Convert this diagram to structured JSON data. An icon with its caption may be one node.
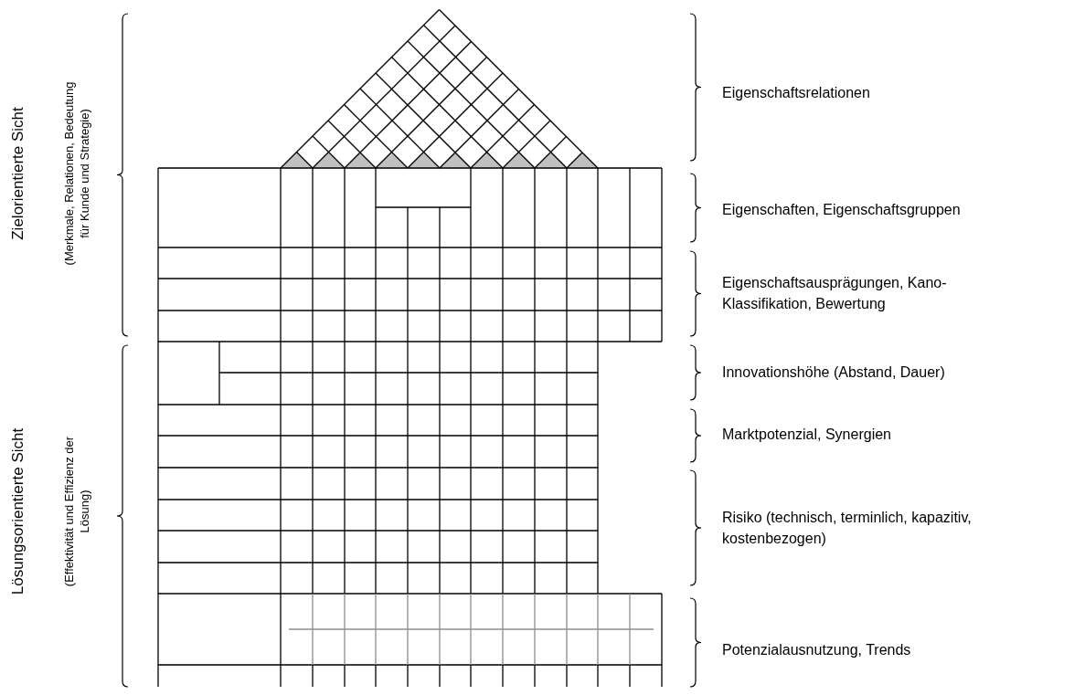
{
  "diagram": {
    "labels": [
      "Zielorientierte Sicht",
      "(Merkmale, Relationen, Bedeutung für Kunde und Strategie)",
      "Lösungsorientierte Sicht",
      "(Effektivität und Effizienz der Lösung)",
      "Eigenschaftsrelationen",
      "Eigenschaften, Eigenschaftsgruppen",
      "Eigenschaftsausprägungen, Kano-Klassifikation, Bewertung",
      "Innovationshöhe (Abstand, Dauer)",
      "Marktpotenzial, Synergien",
      "Risiko (technisch, terminlich, kapazitiv, kostenbezogen)",
      "Potenzialausnutzung, Trends"
    ]
  }
}
